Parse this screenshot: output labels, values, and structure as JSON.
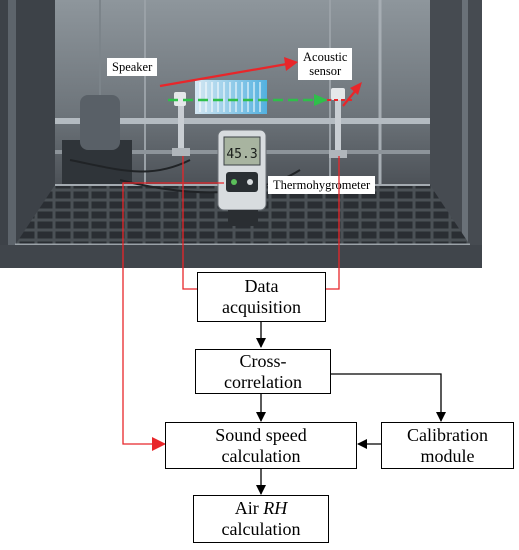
{
  "photo": {
    "labels": {
      "speaker": "Speaker",
      "acoustic_sensor_line1": "Acoustic",
      "acoustic_sensor_line2": "sensor",
      "thermohygrometer": "Thermohygrometer"
    },
    "display_reading": "45.3"
  },
  "flowchart": {
    "data_acquisition": {
      "line1": "Data",
      "line2": "acquisition"
    },
    "cross_correlation": {
      "line1": "Cross-",
      "line2": "correlation"
    },
    "sound_speed": {
      "line1": "Sound speed",
      "line2": "calculation"
    },
    "calibration": {
      "line1": "Calibration",
      "line2": "module"
    },
    "air_rh": {
      "prefix": "Air ",
      "rh": "RH",
      "line2": "calculation"
    }
  },
  "colors": {
    "signal_red": "#e8262a",
    "path_green": "#2fbf4a",
    "arrow_black": "#000000"
  }
}
